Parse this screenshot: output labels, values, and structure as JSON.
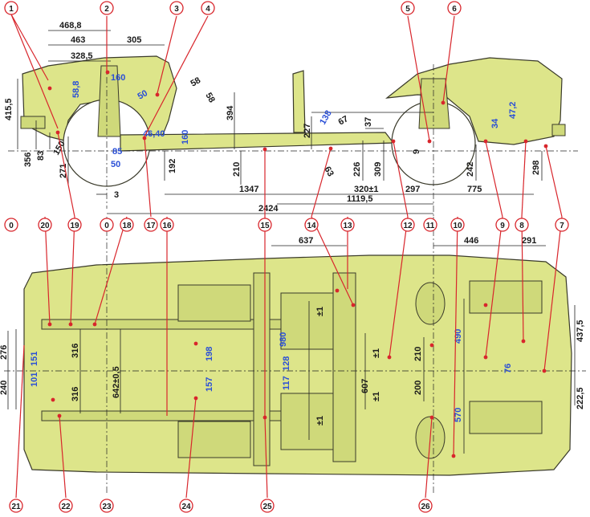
{
  "callouts_top": [
    "1",
    "2",
    "3",
    "4",
    "5",
    "6"
  ],
  "callouts_mid": [
    "0",
    "20",
    "19",
    "0",
    "18",
    "17",
    "16",
    "15",
    "14",
    "13",
    "12",
    "11",
    "10",
    "9",
    "8",
    "7"
  ],
  "callouts_bottom": [
    "21",
    "22",
    "23",
    "24",
    "25",
    "26"
  ],
  "side_view": {
    "dims_black": [
      "468,8",
      "463",
      "305",
      "328,5",
      "415,5",
      "356",
      "83",
      "271",
      "394",
      "227",
      "210",
      "192",
      "226",
      "309",
      "242",
      "298",
      "3",
      "1347",
      "320±1",
      "297",
      "775",
      "1119,5",
      "2424",
      "37",
      "9",
      "150"
    ],
    "dims_blue": [
      "58,8",
      "160",
      "50",
      "58",
      "58",
      "46,40",
      "160",
      "85",
      "50",
      "138",
      "67",
      "63",
      "34",
      "47,2"
    ]
  },
  "plan_view": {
    "dims_black": [
      "637",
      "446",
      "291",
      "276",
      "240",
      "316",
      "316",
      "642±0,5",
      "980",
      "607",
      "±1",
      "±1",
      "±1",
      "±1",
      "210",
      "200",
      "490",
      "570",
      "437,5",
      "222,5"
    ],
    "dims_blue": [
      "151",
      "101",
      "198",
      "157",
      "128",
      "117",
      "76"
    ]
  },
  "colors": {
    "body": "#dde58a",
    "callout": "#d8262c",
    "blue_dim": "#2a4fd6"
  }
}
